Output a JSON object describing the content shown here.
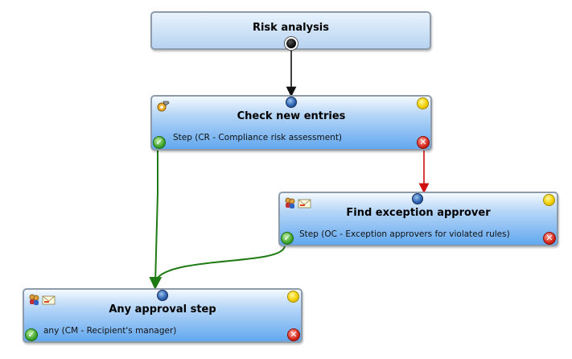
{
  "nodes": {
    "start": {
      "title": "Risk analysis"
    },
    "check": {
      "title": "Check new entries",
      "subtitle": "Step (CR - Compliance risk assessment)",
      "icon": "gear-key-icon"
    },
    "exception": {
      "title": "Find exception approver",
      "subtitle": "Step (OC - Exception approvers for violated rules)",
      "icon": "people-mail-icon"
    },
    "approval": {
      "title": "Any approval step",
      "subtitle": "any (CM - Recipient's manager)",
      "icon": "people-mail-icon"
    }
  },
  "colors": {
    "success_connector": "#1e7a12",
    "failure_connector": "#d01010",
    "start_connector": "#111111"
  }
}
